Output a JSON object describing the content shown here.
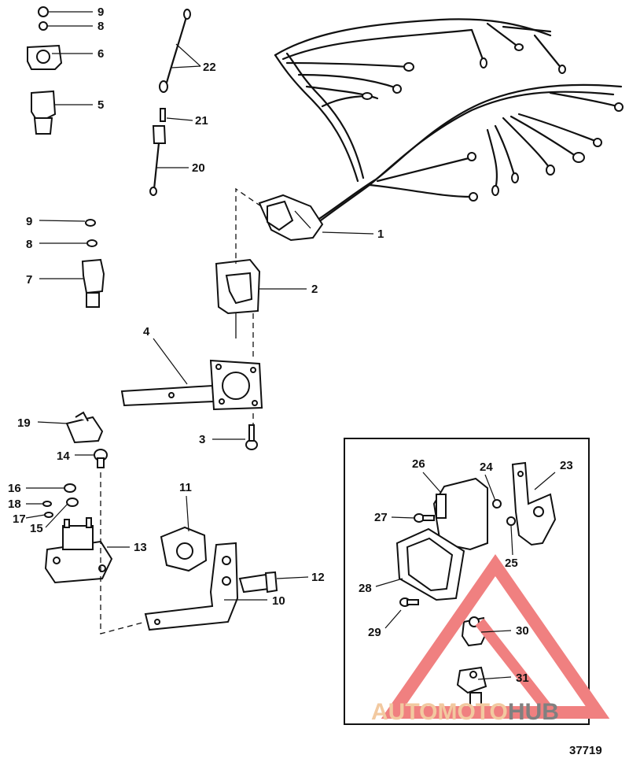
{
  "figure_number": "37719",
  "watermark": {
    "text_accent": "AUTOMOTO",
    "text_dark": "HUB",
    "accent_color": "#f2c9a0",
    "dark_color": "#808080",
    "logo_color": "#f08080"
  },
  "callouts": {
    "c1": "1",
    "c2": "2",
    "c3": "3",
    "c4": "4",
    "c5": "5",
    "c6": "6",
    "c7": "7",
    "c8a": "8",
    "c8b": "8",
    "c9a": "9",
    "c9b": "9",
    "c10": "10",
    "c11": "11",
    "c12": "12",
    "c13": "13",
    "c14": "14",
    "c15": "15",
    "c16": "16",
    "c17": "17",
    "c18": "18",
    "c19": "19",
    "c20": "20",
    "c21": "21",
    "c22": "22",
    "c23": "23",
    "c24": "24",
    "c25": "25",
    "c26": "26",
    "c27": "27",
    "c28": "28",
    "c29": "29",
    "c30": "30",
    "c31": "31"
  }
}
